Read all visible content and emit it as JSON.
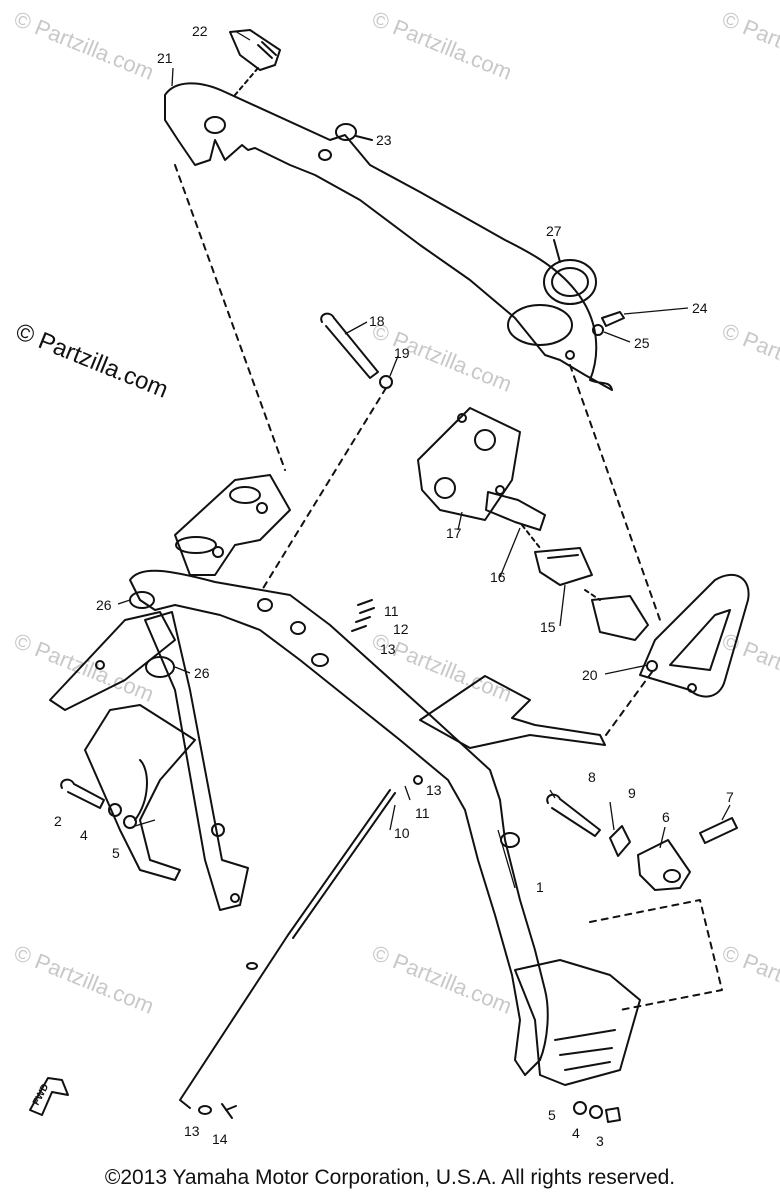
{
  "watermark": {
    "text": "© Partzilla.com"
  },
  "callouts": [
    "22",
    "21",
    "23",
    "27",
    "24",
    "25",
    "18",
    "19",
    "17",
    "16",
    "15",
    "20",
    "26",
    "11",
    "12",
    "13",
    "26",
    "2",
    "4",
    "5",
    "13",
    "11",
    "10",
    "8",
    "9",
    "7",
    "6",
    "1",
    "13",
    "14",
    "5",
    "4",
    "3"
  ],
  "arrow_label": "FWD",
  "copyright": "©2013 Yamaha Motor Corporation, U.S.A. All rights reserved.",
  "colors": {
    "ink": "#111111",
    "watermark": "#c8c8c8"
  }
}
